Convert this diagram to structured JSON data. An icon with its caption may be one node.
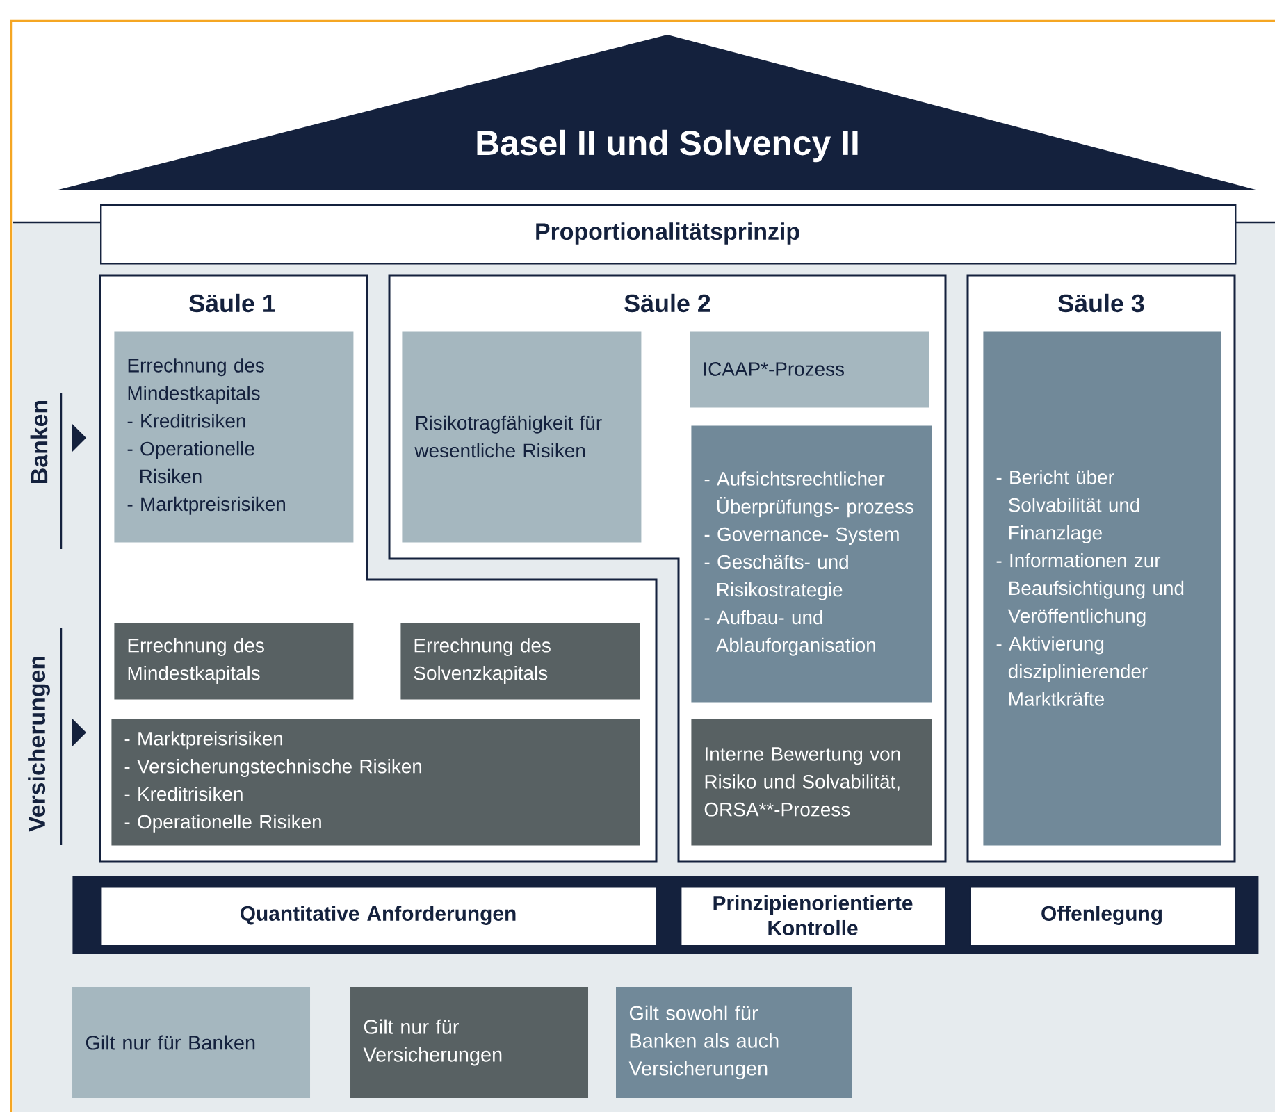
{
  "diagram": {
    "nodes": [
      {
        "text": [
          "Basel II und Solvency II"
        ]
      },
      {
        "text": [
          "Proportionalitätsprinzip"
        ]
      },
      {
        "text": [
          "Säule 1"
        ]
      },
      {
        "text": [
          "Säule 2"
        ]
      },
      {
        "text": [
          "Säule 3"
        ]
      },
      {
        "text": [
          "Errechnung des Mindestkapitals",
          "- Kreditrisiken",
          "- Operationelle Risiken",
          "- Marktpreisrisiken"
        ],
        "in": 2
      },
      {
        "text": [
          "Risikotragfähigkeit für wesentliche Risiken"
        ],
        "in": 3
      },
      {
        "text": [
          "ICAAP*-Prozess"
        ],
        "in": 3
      },
      {
        "text": [
          "- Aufsichtsrechtlicher Überprüfungs- prozess",
          "- Governance- System",
          "- Geschäfts- und Risikostrategie",
          "- Aufbau- und Ablauforganisation"
        ],
        "in": 3
      },
      {
        "text": [
          "- Bericht über Solvabilität und Finanzlage",
          "- Informationen zur Beaufsichtigung und Veröffentlichung",
          "- Aktivierung disziplinierender Marktkräfte"
        ],
        "in": 4
      },
      {
        "text": [
          "Errechnung des Mindestkapitals"
        ],
        "in": 2
      },
      {
        "text": [
          "Errechnung des Solvenzkapitals"
        ],
        "in": 2
      },
      {
        "text": [
          "Interne Bewertung von Risiko und Solvabilität, ORSA**-Prozess"
        ],
        "in": 3
      },
      {
        "text": [
          "- Marktpreisrisiken",
          "- Versicherungstechnische Risiken",
          "- Kreditrisiken",
          "- Operationelle Risiken"
        ],
        "in": 2
      },
      {
        "text": [],
        "shape": "bar"
      },
      {
        "text": [
          "Quantitative Anforderungen"
        ],
        "in": 14
      },
      {
        "text": [
          "Prinzipienorientierte Kontrolle"
        ],
        "in": 14
      },
      {
        "text": [
          "Offenlegung"
        ],
        "in": 14
      }
    ],
    "labels": [
      "Banken",
      "Versicherungen"
    ],
    "legend": [
      {
        "text": "Gilt nur für Banken",
        "color": "#a5b7bf"
      },
      {
        "text": "Gilt nur für Versicherungen",
        "color": "#586163"
      },
      {
        "text": "Gilt sowohl für Banken als auch Versicherungen",
        "color": "#718999"
      }
    ]
  }
}
